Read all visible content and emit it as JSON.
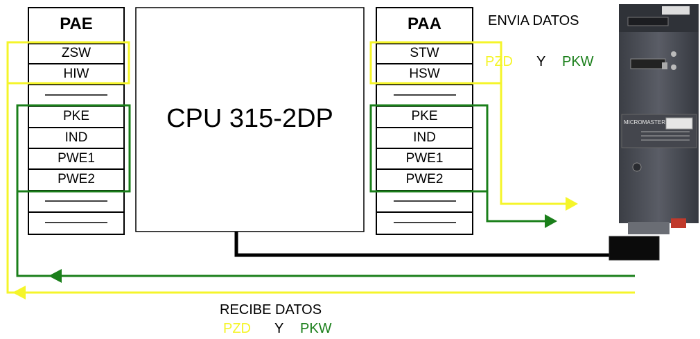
{
  "colors": {
    "yellow": "#f5f52a",
    "green": "#1a7f1a",
    "black": "#000000",
    "device_body": "#4a4d55"
  },
  "pae": {
    "title": "PAE",
    "cells": [
      "ZSW",
      "HIW",
      "",
      "PKE",
      "IND",
      "PWE1",
      "PWE2",
      "",
      ""
    ]
  },
  "paa": {
    "title": "PAA",
    "cells": [
      "STW",
      "HSW",
      "",
      "PKE",
      "IND",
      "PWE1",
      "PWE2",
      "",
      ""
    ]
  },
  "cpu": {
    "label": "CPU 315-2DP"
  },
  "envia": {
    "title": "ENVIA DATOS",
    "pzd": "PZD",
    "y": "Y",
    "pkw": "PKW"
  },
  "recibe": {
    "title": "RECIBE DATOS",
    "pzd": "PZD",
    "y": "Y",
    "pkw": "PKW"
  },
  "device": {
    "brand_label": "MICROMASTER"
  }
}
